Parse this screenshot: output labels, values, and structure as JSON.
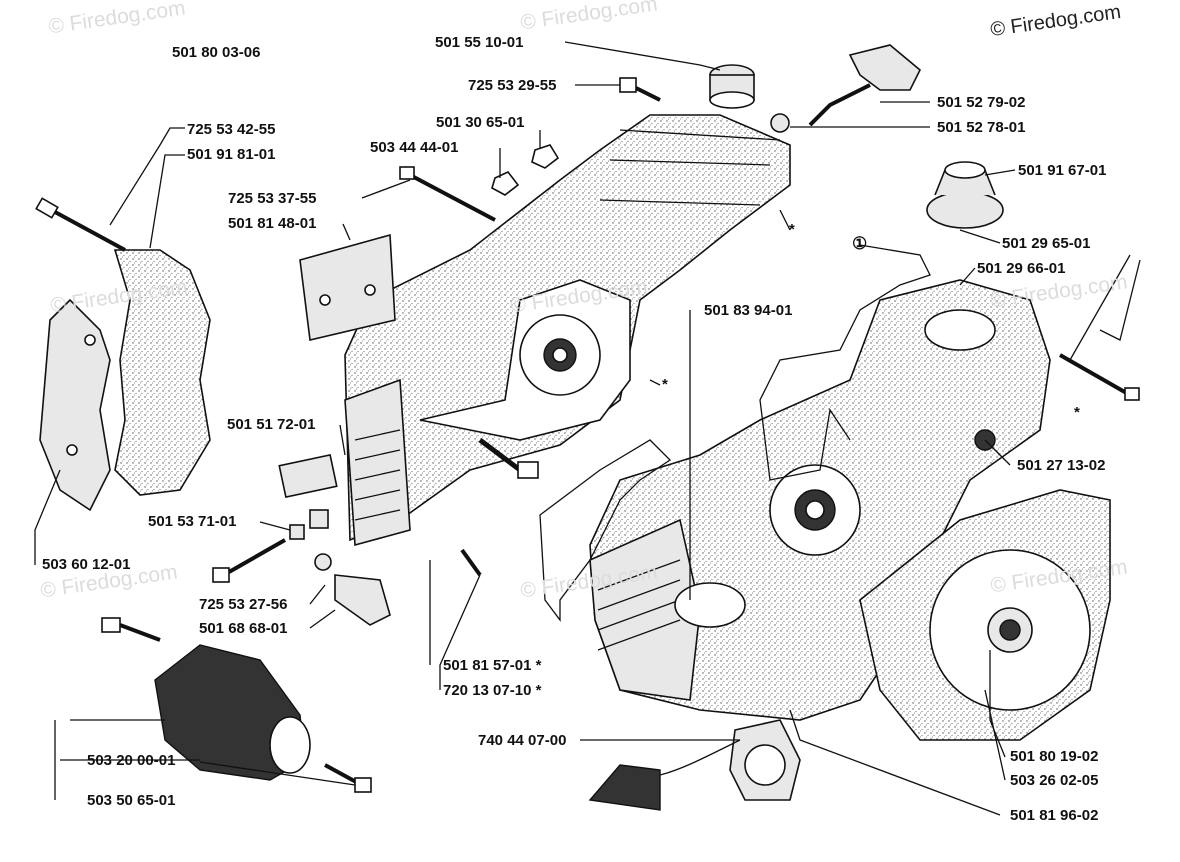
{
  "copyright": "© Firedog.com",
  "watermark": "© Firedog.com",
  "colors": {
    "ink": "#111111",
    "watermark": "#dcdcdc",
    "background": "#ffffff"
  },
  "labels": {
    "assembly": "501 80 03-06",
    "p_501551001": "501 55 10-01",
    "p_725532955": "725 53 29-55",
    "p_501306501": "501 30 65-01",
    "p_503444401": "503 44 44-01",
    "p_725533755": "725 53 37-55",
    "p_501814801": "501 81 48-01",
    "p_725534255": "725 53 42-55",
    "p_501918101": "501 91 81-01",
    "p_501527902": "501 52 79-02",
    "p_501527801": "501 52 78-01",
    "p_501916701": "501 91 67-01",
    "p_501296501": "501 29 65-01",
    "p_501296601": "501 29 66-01",
    "p_501839401": "501 83 94-01",
    "p_501517201": "501 51 72-01",
    "p_501271302": "501 27 13-02",
    "p_501537101": "501 53 71-01",
    "p_503601201": "503 60 12-01",
    "p_725532756": "725 53 27-56",
    "p_501686801": "501 68 68-01",
    "p_501815701": "501 81 57-01  *",
    "p_720130710": "720 13 07-10  *",
    "p_740440700": "740 44 07-00",
    "p_503200001": "503 20 00-01",
    "p_503506501": "503 50 65-01",
    "p_501801902": "501 80 19-02",
    "p_503260205": "503 26 02-05",
    "p_501819602": "501 81 96-02"
  },
  "markers": {
    "star": "*",
    "circled_one": "①"
  }
}
